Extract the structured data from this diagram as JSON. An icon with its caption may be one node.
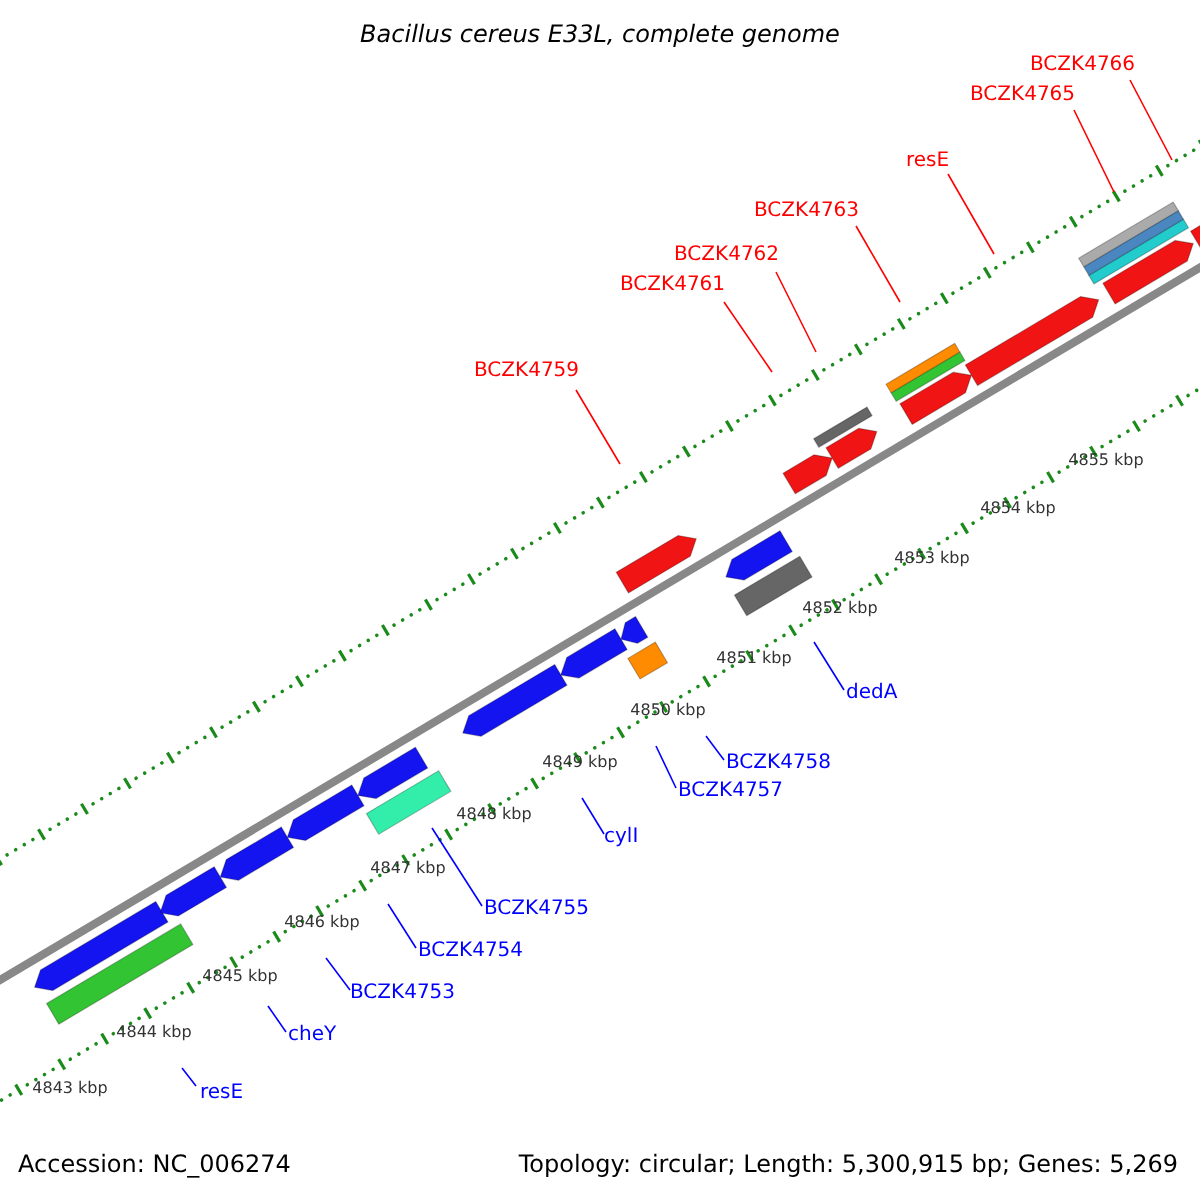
{
  "diagram": {
    "title": "Bacillus cereus E33L, complete genome",
    "nodes": [
      {
        "text": [
          "BCZK4766"
        ]
      },
      {
        "text": [
          "BCZK4765"
        ]
      },
      {
        "text": [
          "resE"
        ]
      },
      {
        "text": [
          "BCZK4763"
        ]
      },
      {
        "text": [
          "BCZK4762"
        ]
      },
      {
        "text": [
          "BCZK4761"
        ]
      },
      {
        "text": [
          "BCZK4759"
        ]
      },
      {
        "text": [
          "dedA"
        ]
      },
      {
        "text": [
          "BCZK4758"
        ]
      },
      {
        "text": [
          "BCZK4757"
        ]
      },
      {
        "text": [
          "cylI"
        ]
      },
      {
        "text": [
          "BCZK4755"
        ]
      },
      {
        "text": [
          "BCZK4754"
        ]
      },
      {
        "text": [
          "BCZK4753"
        ]
      },
      {
        "text": [
          "cheY"
        ]
      },
      {
        "text": [
          "resE"
        ]
      }
    ],
    "edges": [
      {
        "from": 0,
        "to": null,
        "arrow": "none",
        "color": "#ff0000"
      },
      {
        "from": 1,
        "to": null,
        "arrow": "none",
        "color": "#ff0000"
      },
      {
        "from": 2,
        "to": null,
        "arrow": "none",
        "color": "#ff0000"
      },
      {
        "from": 3,
        "to": null,
        "arrow": "none",
        "color": "#ff0000"
      },
      {
        "from": 4,
        "to": null,
        "arrow": "none",
        "color": "#ff0000"
      },
      {
        "from": 5,
        "to": null,
        "arrow": "none",
        "color": "#ff0000"
      },
      {
        "from": 6,
        "to": null,
        "arrow": "none",
        "color": "#ff0000"
      },
      {
        "from": 7,
        "to": null,
        "arrow": "none"
      },
      {
        "from": 8,
        "to": null,
        "arrow": "none"
      },
      {
        "from": 9,
        "to": null,
        "arrow": "none"
      },
      {
        "from": 10,
        "to": null,
        "arrow": "none"
      },
      {
        "from": 11,
        "to": null,
        "arrow": "none"
      },
      {
        "from": 12,
        "to": null,
        "arrow": "none"
      },
      {
        "from": 13,
        "to": null,
        "arrow": "none"
      },
      {
        "from": 14,
        "to": null,
        "arrow": "none"
      },
      {
        "from": 15,
        "to": null,
        "arrow": "none"
      }
    ],
    "labels": [
      "4855 kbp",
      "4854 kbp",
      "4853 kbp",
      "4852 kbp",
      "4851 kbp",
      "4850 kbp",
      "4849 kbp",
      "4848 kbp",
      "4847 kbp",
      "4846 kbp",
      "4845 kbp",
      "4844 kbp",
      "4843 kbp",
      "Accession: NC_006274",
      "Topology: circular; Length: 5,300,915 bp; Genes: 5,269"
    ]
  }
}
